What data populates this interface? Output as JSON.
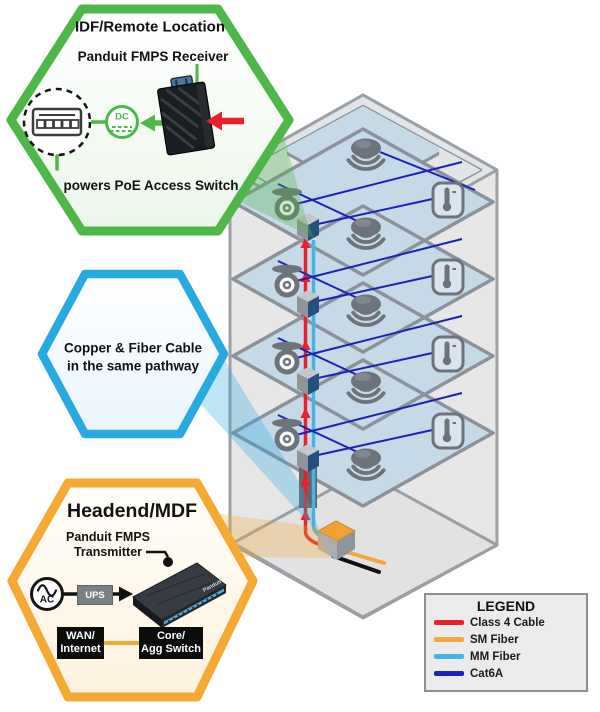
{
  "green_callout": {
    "title": "IDF/Remote Location",
    "device_label": "Panduit FMPS Receiver",
    "dc_label": "DC",
    "caption": "powers PoE Access Switch"
  },
  "blue_callout": {
    "line1": "Copper & Fiber Cable",
    "line2": "in the same pathway"
  },
  "orange_callout": {
    "title": "Headend/MDF",
    "device_label_line1": "Panduit FMPS",
    "device_label_line2": "Transmitter",
    "ac_label": "AC",
    "ups_label": "UPS",
    "wan_line1": "WAN/",
    "wan_line2": "Internet",
    "core_line1": "Core/",
    "core_line2": "Agg Switch",
    "device_brand": "Panduit"
  },
  "legend": {
    "title": "LEGEND",
    "items": [
      {
        "label": "Class 4 Cable",
        "color": "#e8212b"
      },
      {
        "label": "SM Fiber",
        "color": "#f2a73e"
      },
      {
        "label": "MM Fiber",
        "color": "#45b5e5"
      },
      {
        "label": "Cat6A",
        "color": "#1c22b5"
      }
    ]
  },
  "building": {
    "floors": 5,
    "floor_icons": [
      "dome-camera-icon",
      "wireless-ap-icon",
      "thermostat-icon",
      "idf-enclosure"
    ],
    "callout_accents": {
      "green": "#4db848",
      "blue": "#29a9e1",
      "orange": "#f5a834"
    }
  }
}
